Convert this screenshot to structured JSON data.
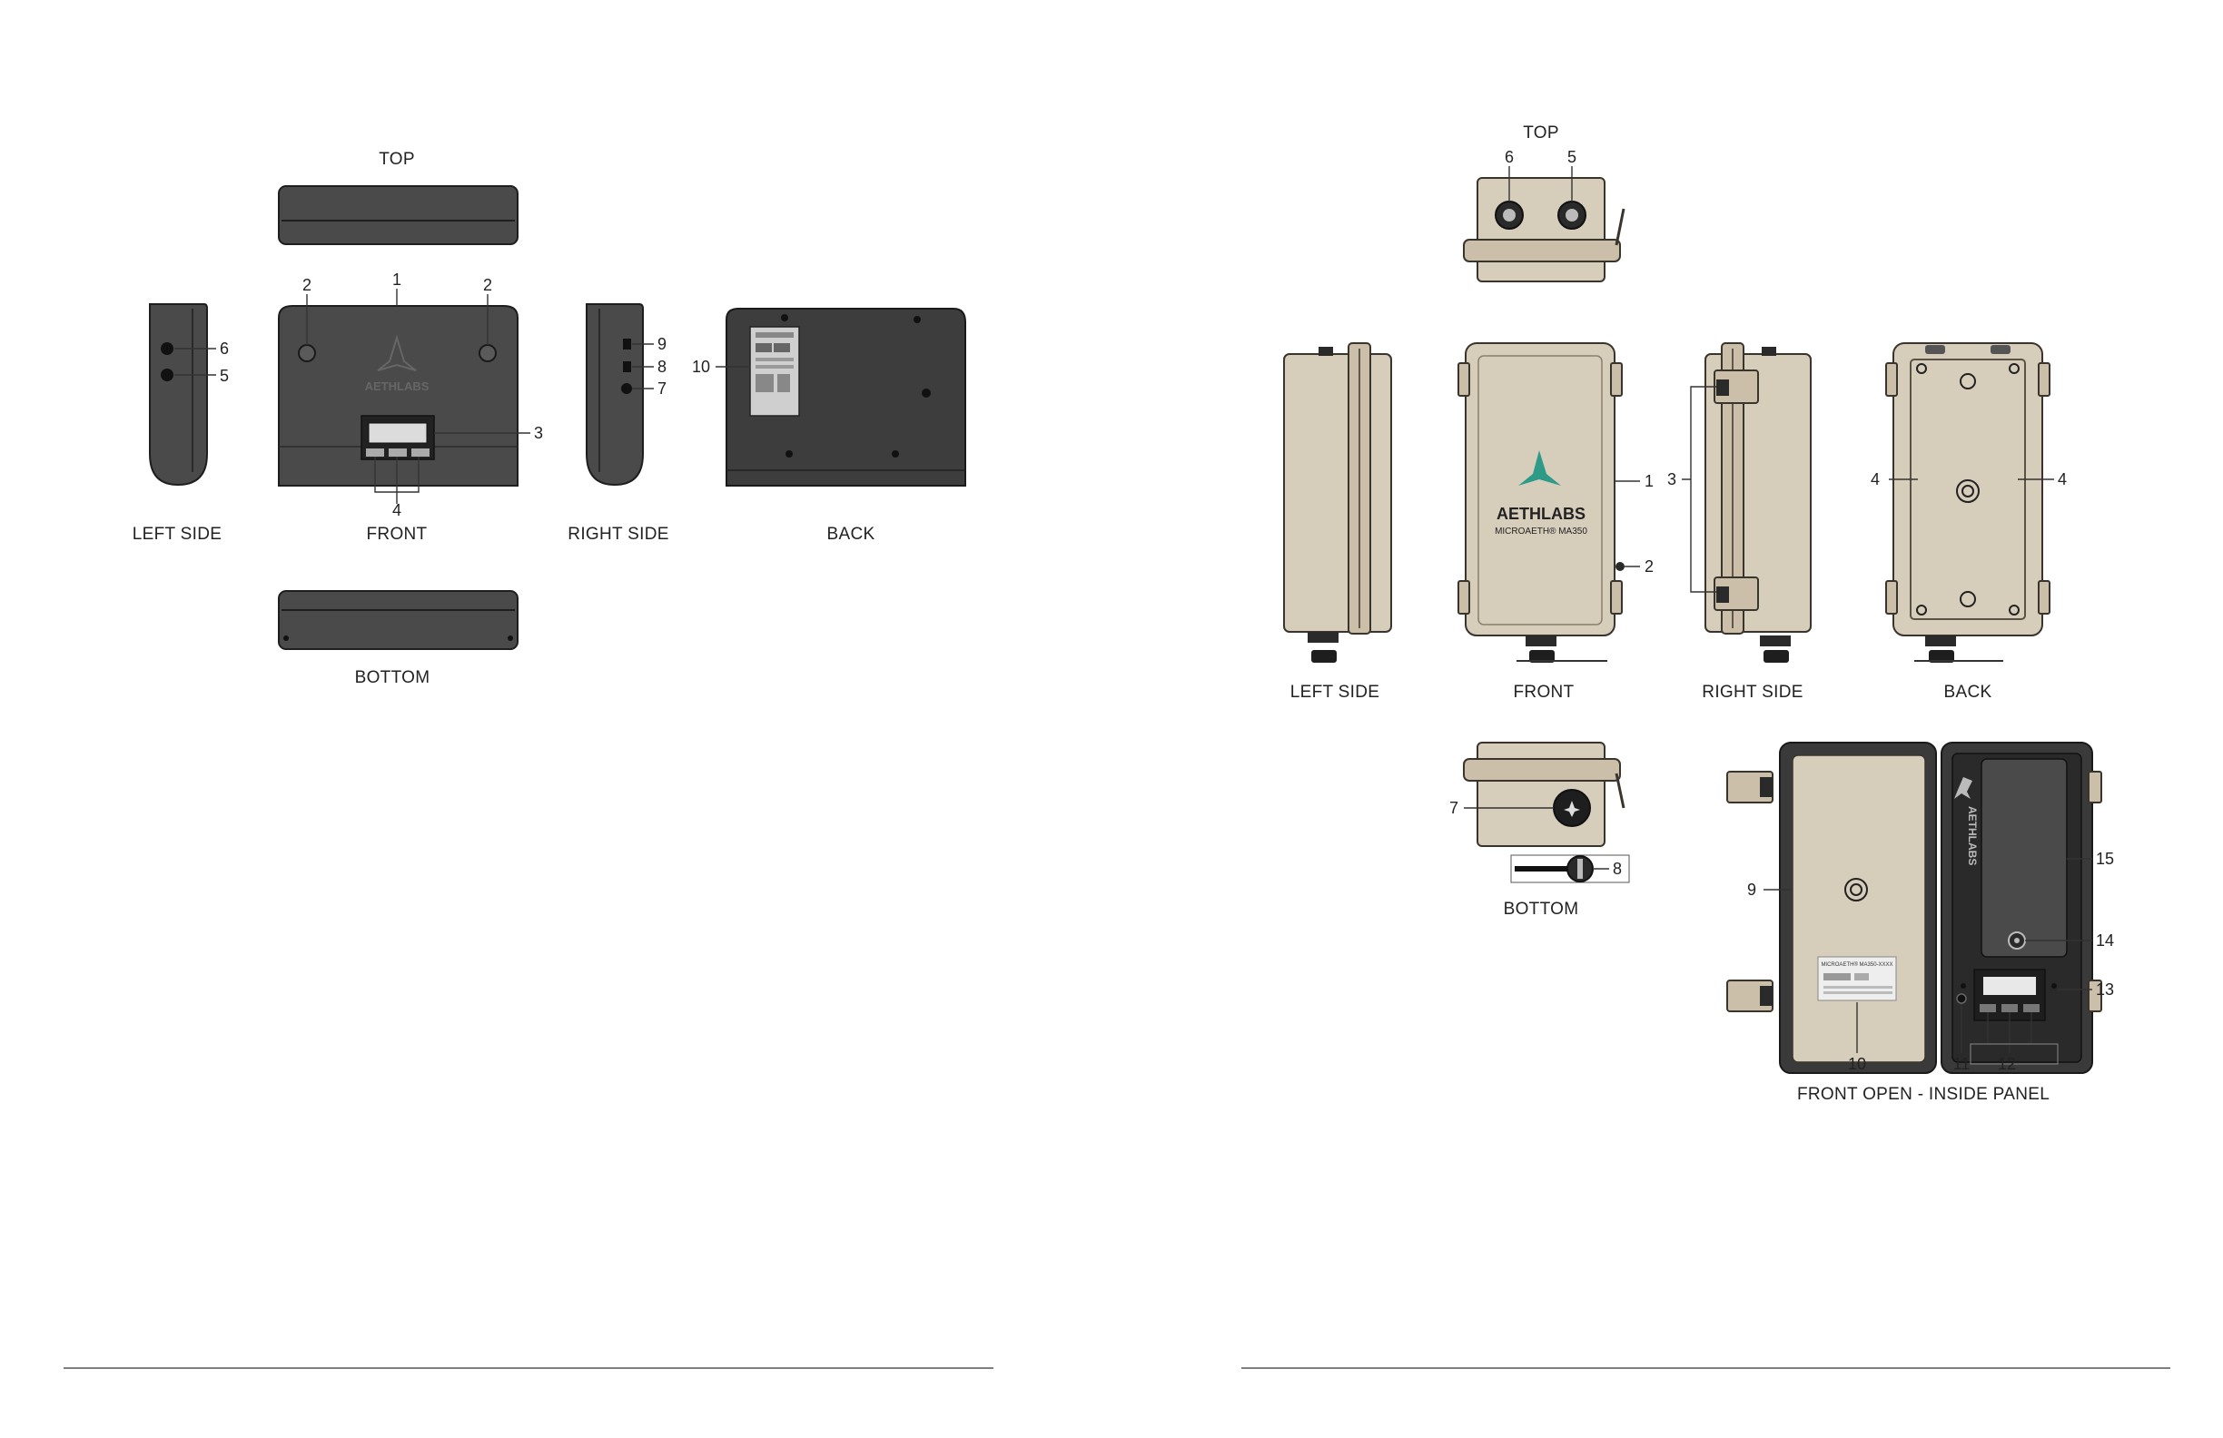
{
  "left_device": {
    "views": {
      "top": "TOP",
      "left_side": "LEFT SIDE",
      "front": "FRONT",
      "right_side": "RIGHT SIDE",
      "back": "BACK",
      "bottom": "BOTTOM"
    },
    "callouts": {
      "c1": "1",
      "c2a": "2",
      "c2b": "2",
      "c3": "3",
      "c4": "4",
      "c5": "5",
      "c6": "6",
      "c7": "7",
      "c8": "8",
      "c9": "9",
      "c10": "10"
    },
    "front_logo": "AETHLABS"
  },
  "right_device": {
    "views": {
      "top": "TOP",
      "left_side": "LEFT SIDE",
      "front": "FRONT",
      "right_side": "RIGHT SIDE",
      "back": "BACK",
      "bottom": "BOTTOM",
      "front_open": "FRONT OPEN - INSIDE PANEL"
    },
    "callouts": {
      "c1": "1",
      "c2": "2",
      "c3": "3",
      "c4a": "4",
      "c4b": "4",
      "c5": "5",
      "c6": "6",
      "c7": "7",
      "c8": "8",
      "c9": "9",
      "c10": "10",
      "c11": "11",
      "c12": "12",
      "c13": "13",
      "c14": "14",
      "c15": "15"
    },
    "front_logo": "AETHLABS",
    "front_model": "MICROAETH® MA350",
    "inside_logo": "AETHLABS",
    "inside_label_title": "MICROAETH® MA350-XXXX"
  },
  "colors": {
    "dark_housing": "#4a4a4a",
    "tan_housing": "#d6cdbb",
    "logo_teal": "#2e9a88"
  }
}
